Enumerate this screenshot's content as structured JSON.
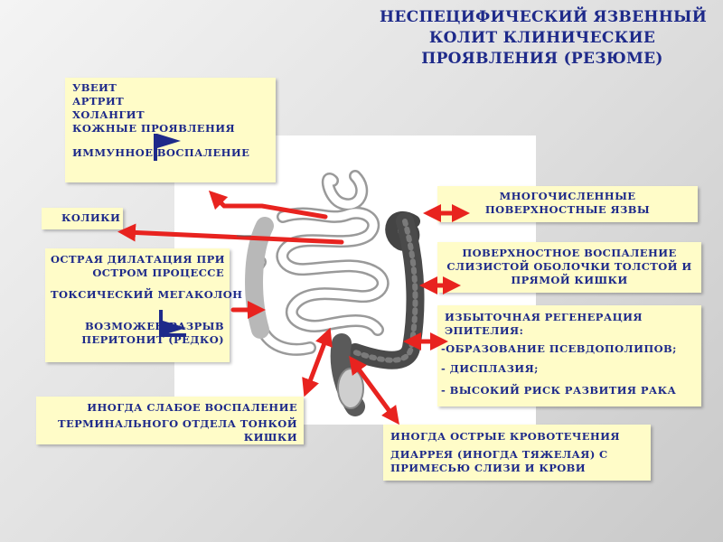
{
  "title": {
    "line1": "НЕСПЕЦИФИЧЕСКИЙ ЯЗВЕННЫЙ",
    "line2": "КОЛИТ КЛИНИЧЕСКИЕ",
    "line3": "ПРОЯВЛЕНИЯ (РЕЗЮМЕ)"
  },
  "boxes": {
    "extraintestinal": {
      "l1": "УВЕИТ",
      "l2": "АРТРИТ",
      "l3": "ХОЛАНГИТ",
      "l4": "КОЖНЫЕ ПРОЯВЛЕНИЯ",
      "l5": "ИММУННОЕ ВОСПАЛЕНИЕ"
    },
    "colic": {
      "l1": "КОЛИКИ"
    },
    "dilatation": {
      "l1": "ОСТРАЯ ДИЛАТАЦИЯ ПРИ",
      "l2": "ОСТРОМ ПРОЦЕССЕ",
      "l3": "ТОКСИЧЕСКИЙ МЕГАКОЛОН",
      "l4": "ВОЗМОЖЕН РАЗРЫВ",
      "l5": "ПЕРИТОНИТ (РЕДКО)"
    },
    "ileitis": {
      "l1": "ИНОГДА СЛАБОЕ ВОСПАЛЕНИЕ",
      "l2": "ТЕРМИНАЛЬНОГО ОТДЕЛА ТОНКОЙ",
      "l3": "КИШКИ"
    },
    "ulcers": {
      "l1": "МНОГОЧИСЛЕННЫЕ",
      "l2": "ПОВЕРХНОСТНЫЕ ЯЗВЫ"
    },
    "inflammation": {
      "l1": "ПОВЕРХНОСТНОЕ ВОСПАЛЕНИЕ",
      "l2": "СЛИЗИСТОЙ ОБОЛОЧКИ ТОЛСТОЙ И",
      "l3": "ПРЯМОЙ КИШКИ"
    },
    "regeneration": {
      "l1": "ИЗБЫТОЧНАЯ РЕГЕНЕРАЦИЯ",
      "l2": "ЭПИТЕЛИЯ:",
      "l3": "-ОБРАЗОВАНИЕ ПСЕВДОПОЛИПОВ;",
      "l4": "- ДИСПЛАЗИЯ;",
      "l5": "- ВЫСОКИЙ РИСК РАЗВИТИЯ РАКА"
    },
    "bleeding": {
      "l1": "ИНОГДА ОСТРЫЕ КРОВОТЕЧЕНИЯ",
      "l2": "ДИАРРЕЯ (ИНОГДА ТЯЖЕЛАЯ) С",
      "l3": "ПРИМЕСЬЮ СЛИЗИ И КРОВИ"
    }
  },
  "colors": {
    "title": "#1e2a8a",
    "box_bg": "#fffcc8",
    "arrow": "#e8231f",
    "flag": "#1e2a8a"
  }
}
